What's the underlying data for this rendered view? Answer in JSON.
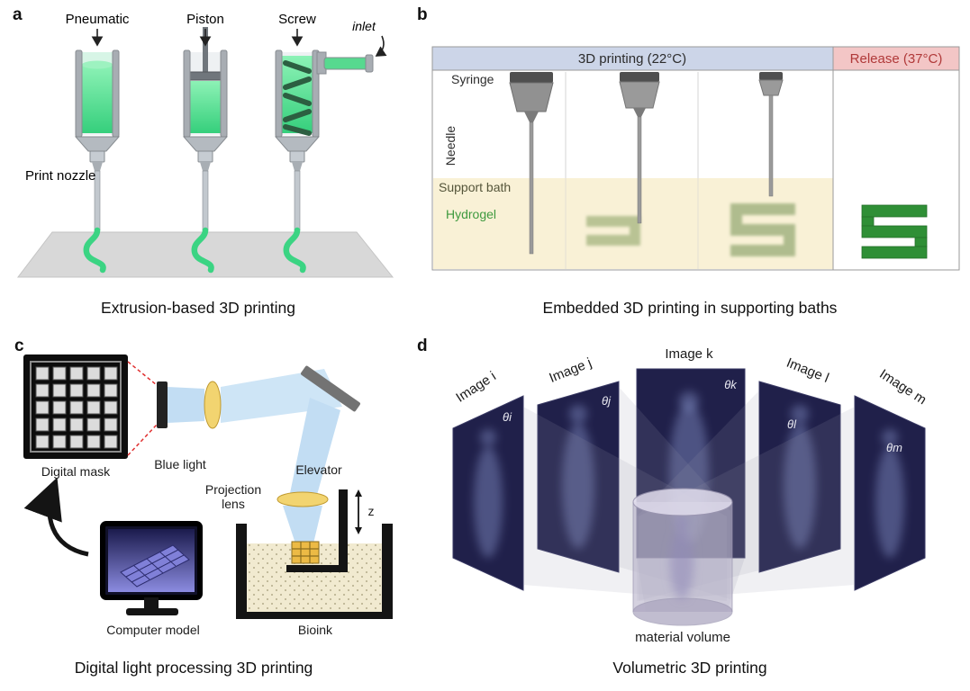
{
  "figure": {
    "panels": {
      "a": {
        "tag": "a",
        "caption": "Extrusion-based 3D printing",
        "labels": {
          "pneumatic": "Pneumatic",
          "piston": "Piston",
          "screw": "Screw",
          "inlet": "inlet",
          "print_nozzle": "Print nozzle"
        }
      },
      "b": {
        "tag": "b",
        "caption": "Embedded 3D printing in supporting baths",
        "header_left": "3D printing (22°C)",
        "header_right": "Release (37°C)",
        "labels": {
          "syringe": "Syringe",
          "needle": "Needle",
          "support_bath": "Support bath",
          "hydrogel": "Hydrogel"
        }
      },
      "c": {
        "tag": "c",
        "caption": "Digital light processing 3D printing",
        "labels": {
          "digital_mask": "Digital mask",
          "blue_light": "Blue light",
          "projection_lens": "Projection lens",
          "elevator": "Elevator",
          "z_axis": "z",
          "computer_model": "Computer model",
          "bioink": "Bioink"
        }
      },
      "d": {
        "tag": "d",
        "caption": "Volumetric 3D printing",
        "labels": {
          "image_i": "Image i",
          "image_j": "Image j",
          "image_k": "Image k",
          "image_l": "Image l",
          "image_m": "Image m",
          "theta_i": "θi",
          "theta_j": "θj",
          "theta_k": "θk",
          "theta_l": "θl",
          "theta_m": "θm",
          "material_volume": "material volume"
        }
      }
    },
    "colors": {
      "hydrogel_green": "#3bd483",
      "released_green": "#2f8f36",
      "printing_header_bg": "#ccd5e8",
      "release_header_bg": "#f3c6c6",
      "release_header_text": "#b03939",
      "support_bath_bg": "#faf2d8",
      "blue_light": "#b8d8f2"
    }
  }
}
